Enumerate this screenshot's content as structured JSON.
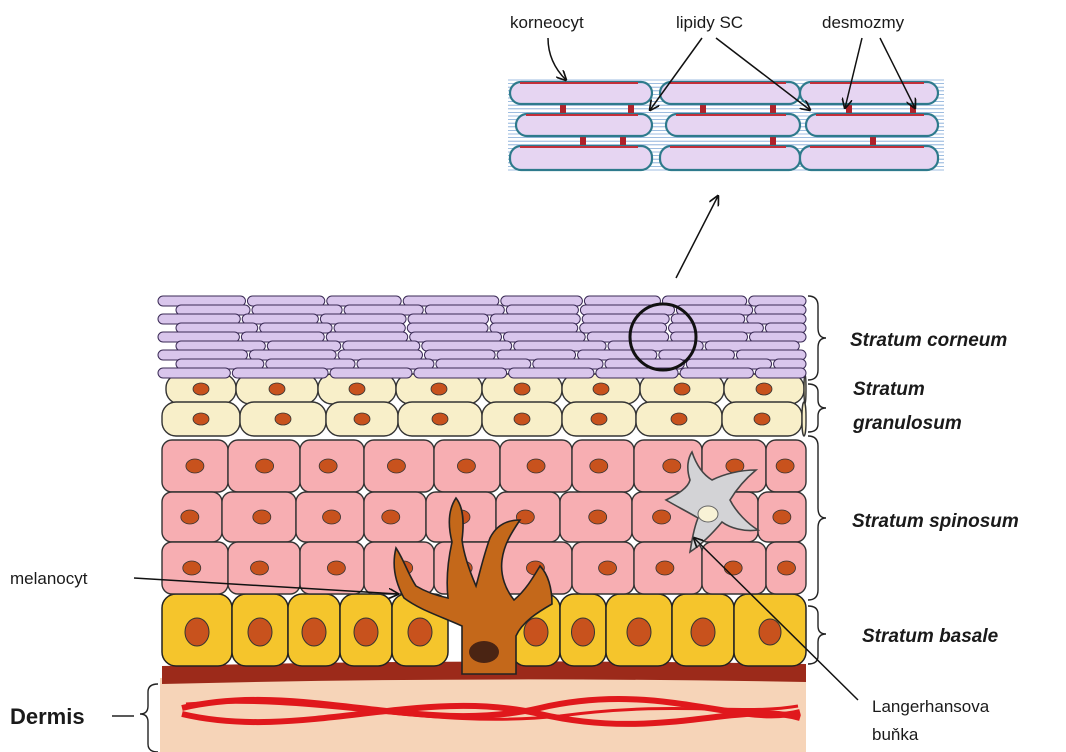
{
  "callouts": {
    "corneocyte": "korneocyt",
    "lipids": "lipidy SC",
    "desmosomes": "desmozmy"
  },
  "layers": {
    "corneum": "Stratum corneum",
    "granulosum_line1": "Stratum",
    "granulosum_line2": "granulosum",
    "spinosum": "Stratum spinosum",
    "basale": "Stratum basale"
  },
  "dermis": "Dermis",
  "cells": {
    "melanocyte": "melanocyt",
    "langerhans_line1": "Langerhansova",
    "langerhans_line2": "buňka"
  },
  "colors": {
    "corneum": "#d9c6ec",
    "granulosum": "#f8efc9",
    "spinosum": "#f7aeb2",
    "basale": "#f5c52c",
    "nucleus": "#c8521d",
    "melanocyte": "#c4681a",
    "langerhans": "#d3d3d6",
    "dermis": "#f6d4b8",
    "basement": "#9c2a1a",
    "vessel": "#e0181c",
    "lipid_lines": "#7fa7d6",
    "desmosome": "#b0222a"
  }
}
